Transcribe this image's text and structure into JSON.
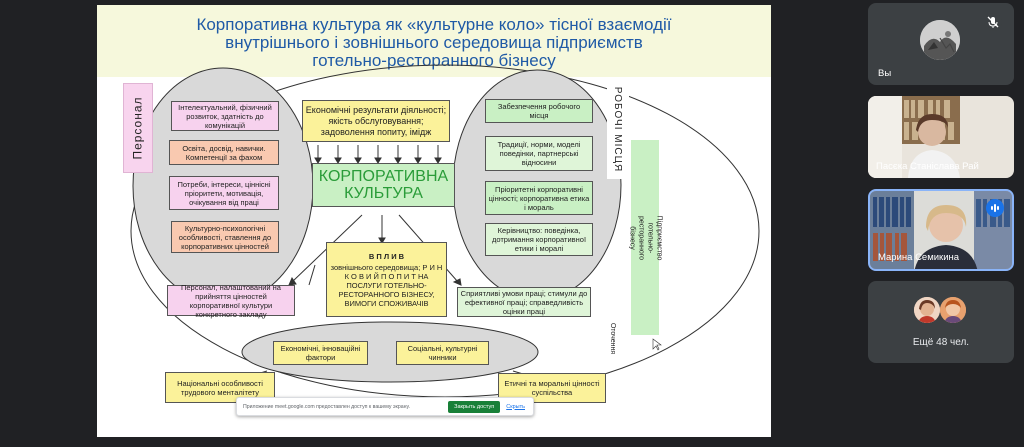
{
  "slide": {
    "title_line1": "Корпоративна культура   як   «культурне коло»   тісної взаємодії",
    "title_line2": "внутрішнього і зовнішнього  середовища підприємств",
    "title_line3": "готельно-ресторанного бізнесу",
    "left_vertical_label": "Персонал",
    "right_vertical_label": "Робочі місця",
    "right_side_box": "Підприємство готельно-ресторанного бізнесу",
    "environment_label": "Оточення",
    "top_center_box": "Економічні результати діяльності; якість обслуговування; задоволення попиту, імідж",
    "center_title": "КОРПОРАТИВНА КУЛЬТУРА",
    "left_boxes": [
      "Інтелектуальний, фізичний розвиток, здатність до комунікацій",
      "Освіта, досвід, навички. Компетенції за фахом",
      "Потреби, інтереси, ціннісні пріоритети, мотивація, очікування від праці",
      "Культурно-психологічні особливості, ставлення до корпоративних цінностей"
    ],
    "right_boxes": [
      "Забезпечення робочого місця",
      "Традиції, норми, моделі поведінки, партнерські відносини",
      "Пріоритетні корпоративні цінності; корпоративна етика і мораль",
      "Керівництво: поведінка, дотримання корпоративної етики і моралі"
    ],
    "left_bottom_box": "Персонал, налаштований на прийняття цінностей корпоративної культури конкретного закладу",
    "right_bottom_box": "Сприятливі умови праці;  стимули до ефективної праці; справедливість оцінки праці",
    "influence_box": {
      "heading": "В П Л И В",
      "body": "зовнішнього середовища; Р И Н К О В И Й   П О П И Т   НА ПОСЛУГИ ГОТЕЛЬНО-РЕСТОРАННОГО БІЗНЕСУ, ВИМОГИ СПОЖИВАЧІВ"
    },
    "economic_factors": "Економічні, інноваційні фактори",
    "social_factors": "Соціальні, культурні чинники",
    "national_box": "Національні особливості трудового менталітету",
    "ethics_box": "Етичні  та моральні цінності суспільства"
  },
  "share_notice": {
    "text": "Приложение meet.google.com предоставлен доступ к вашему экрану.",
    "stop_button": "Закрыть доступ",
    "hide_link": "Скрыть"
  },
  "participants": [
    {
      "name": "Вы"
    },
    {
      "name": "Пасєка Станіслава Рай"
    },
    {
      "name": "Марина Семикина"
    }
  ],
  "more_participants": "Ещё 48 чел.",
  "colors": {
    "app_bg": "#202124",
    "tile_bg": "#3c4043",
    "accent_blue": "#1a73e8",
    "share_green": "#188038",
    "title_blue": "#1f5aa6"
  }
}
